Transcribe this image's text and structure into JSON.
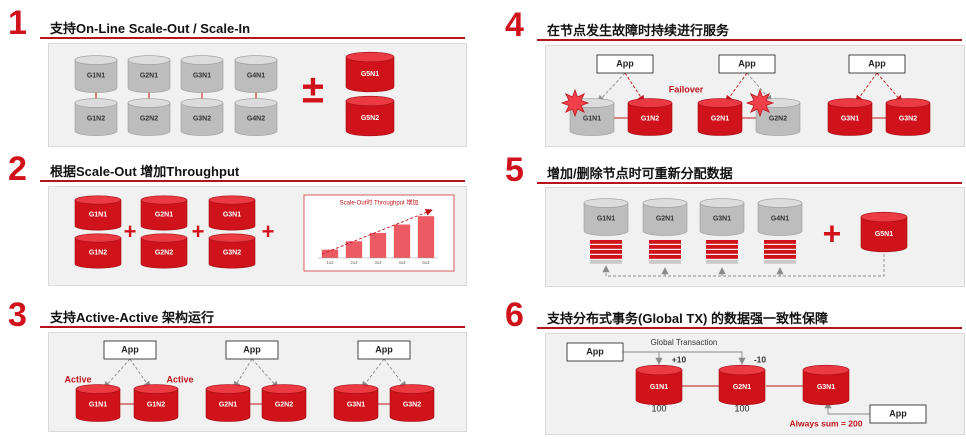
{
  "sections": [
    {
      "number": "1",
      "title": "支持On-Line Scale-Out / Scale-In"
    },
    {
      "number": "2",
      "title": "根据Scale-Out 增加Throughput"
    },
    {
      "number": "3",
      "title": "支持Active-Active 架构运行"
    },
    {
      "number": "4",
      "title": "在节点发生故障时持续进行服务"
    },
    {
      "number": "5",
      "title": "增加/删除节点时可重新分配数据"
    },
    {
      "number": "6",
      "title": "支持分布式事务(Global TX) 的数据强一致性保障"
    }
  ],
  "s1": {
    "grey_nodes": [
      "G1N1",
      "G2N1",
      "G3N1",
      "G4N1",
      "G1N2",
      "G2N2",
      "G3N2",
      "G4N2"
    ],
    "red_nodes": [
      "G5N1",
      "G5N2"
    ],
    "plusminus": "±"
  },
  "s2": {
    "red_nodes": [
      "G1N1",
      "G2N1",
      "G3N1",
      "G1N2",
      "G2N2",
      "G3N2"
    ],
    "plus": "+",
    "chart_data": {
      "type": "bar",
      "title": "Scale-Out时 Throughput 增加",
      "categories": [
        "1x2",
        "2x2",
        "3x2",
        "4x2",
        "5x2"
      ],
      "values": [
        1,
        2,
        3,
        4,
        5
      ],
      "ylim": [
        0,
        5.5
      ],
      "color": "#ec5b64"
    }
  },
  "s3": {
    "app": "App",
    "active": "Active",
    "nodes": [
      "G1N1",
      "G1N2",
      "G2N1",
      "G2N2",
      "G3N1",
      "G3N2"
    ]
  },
  "s4": {
    "app": "App",
    "failover": "Failover",
    "nodes": [
      "G1N1",
      "G1N2",
      "G2N1",
      "G2N2",
      "G3N1",
      "G3N2"
    ]
  },
  "s5": {
    "grey_nodes": [
      "G1N1",
      "G2N1",
      "G3N1",
      "G4N1"
    ],
    "red_node": "G5N1",
    "plus": "+"
  },
  "s6": {
    "app": "App",
    "global_tx": "Global Transaction",
    "plus10": "+10",
    "minus10": "-10",
    "nodes": [
      "G1N1",
      "G2N1",
      "G3N1"
    ],
    "val1": "100",
    "val2": "100",
    "always": "Always sum = 200"
  },
  "colors": {
    "red": "#d0121b",
    "grey": "#bdbdbd",
    "panel": "#f1f1f1",
    "dark_red": "#b5141b"
  }
}
